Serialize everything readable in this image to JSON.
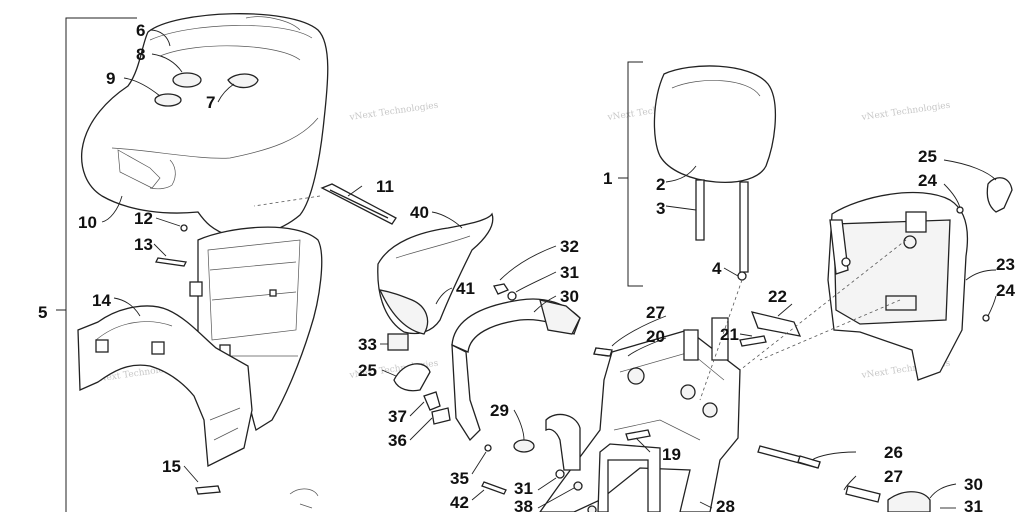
{
  "watermark": "vNext Technologies",
  "callouts": {
    "c1": "1",
    "c2": "2",
    "c3": "3",
    "c4": "4",
    "c5": "5",
    "c6": "6",
    "c7": "7",
    "c8": "8",
    "c9": "9",
    "c10": "10",
    "c11": "11",
    "c12": "12",
    "c13": "13",
    "c14": "14",
    "c15": "15",
    "c19": "19",
    "c20": "20",
    "c21": "21",
    "c22": "22",
    "c23": "23",
    "c24a": "24",
    "c24b": "24",
    "c25a": "25",
    "c25b": "25",
    "c26": "26",
    "c27a": "27",
    "c27b": "27",
    "c28": "28",
    "c29": "29",
    "c30a": "30",
    "c30b": "30",
    "c31a": "31",
    "c31b": "31",
    "c31c": "31",
    "c32": "32",
    "c33": "33",
    "c35": "35",
    "c36": "36",
    "c37": "37",
    "c38": "38",
    "c40": "40",
    "c41": "41",
    "c42": "42"
  }
}
